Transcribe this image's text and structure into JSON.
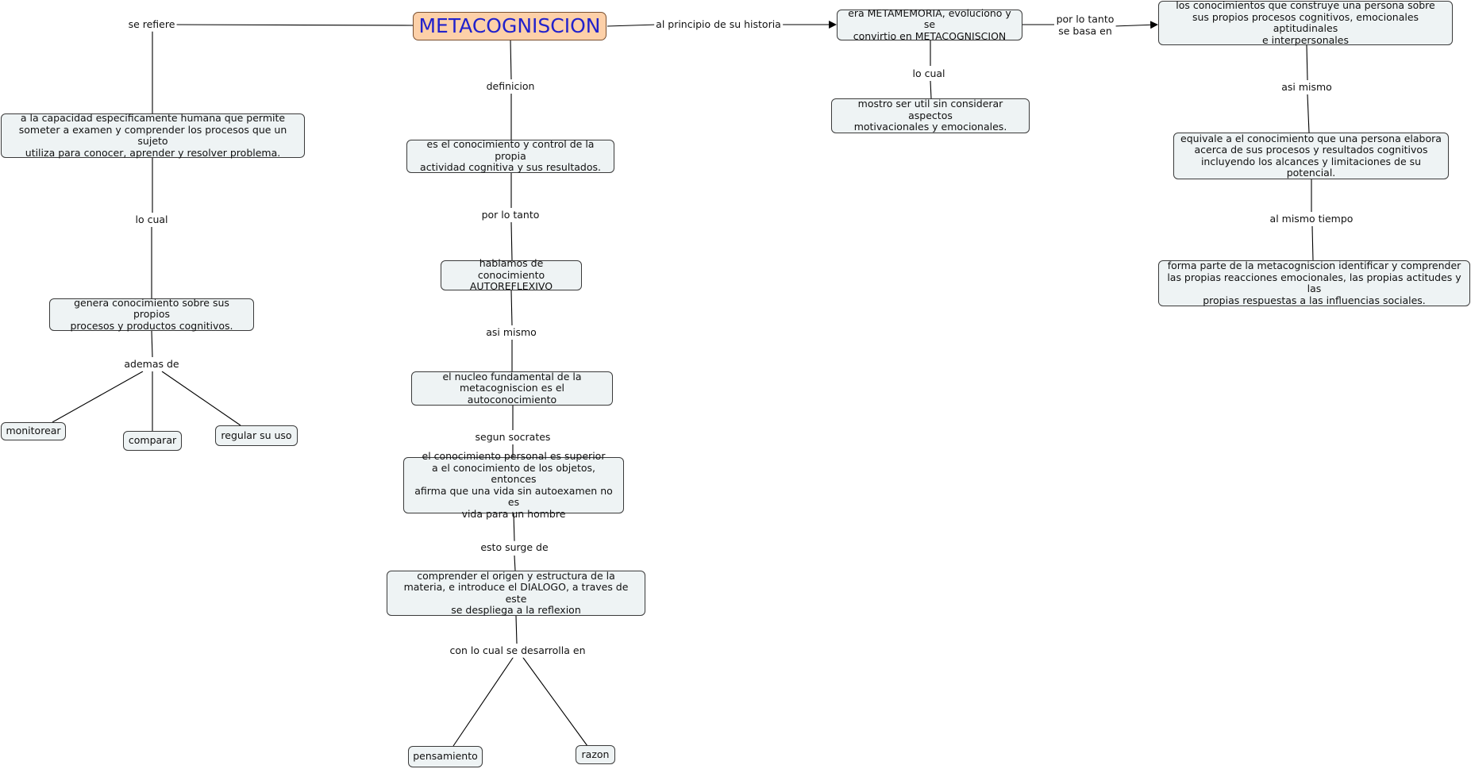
{
  "nodes": {
    "root": "METACOGNISCION",
    "capacidad": "a la capacidad especificamente humana que permite\nsometer a examen y comprender los procesos que un sujeto\nutiliza para conocer, aprender y resolver problema.",
    "genera": "genera conocimiento sobre sus propios\nprocesos y productos cognitivos.",
    "monitorear": "monitorear",
    "comparar": "comparar",
    "regular": "regular su uso",
    "definicion_box": "es el conocimiento y control de la propia\nactividad cognitiva y sus resultados.",
    "hablamos": "hablamos de conocimiento\nAUTOREFLEXIVO",
    "nucleo": "el nucleo fundamental de la\nmetacogniscion es el autoconocimiento",
    "personal": "el conocimiento personal es superior\na el conocimiento de los objetos, entonces\nafirma que una vida sin autoexamen no es\nvida para un hombre",
    "comprender": "comprender el origen y estructura de la\nmateria, e introduce el DIALOGO, a traves de este\nse despliega a la reflexion",
    "pensamiento": "pensamiento",
    "razon": "razon",
    "metamemoria": "era METAMEMORIA, evoluciono y se\nconvirtio en METACOGNISCION",
    "mostro": "mostro ser util sin considerar aspectos\nmotivacionales y emocionales.",
    "conocimientos": "los conocimientos que construye una persona sobre\nsus propios procesos cognitivos, emocionales aptitudinales\ne interpersonales",
    "equivale": "equivale a el conocimiento que una persona elabora\nacerca de sus procesos y resultados cognitivos\nincluyendo los alcances y limitaciones de su potencial.",
    "forma": "forma parte de la metacogniscion identificar y comprender\nlas propias reacciones emocionales, las propias actitudes y las\npropias respuestas a las influencias sociales."
  },
  "links": {
    "se_refiere": "se refiere",
    "lo_cual_left": "lo cual",
    "ademas_de": "ademas de",
    "definicion": "definicion",
    "por_lo_tanto_center": "por lo tanto",
    "asi_mismo_center": "asi mismo",
    "segun_socrates": "segun socrates",
    "esto_surge_de": "esto surge de",
    "con_lo_cual": "con lo cual se desarrolla en",
    "al_principio": "al principio de su historia",
    "lo_cual_right": "lo cual",
    "por_lo_tanto_right": "por lo tanto\nse basa en",
    "asi_mismo_right": "asi mismo",
    "al_mismo_tiempo": "al mismo tiempo"
  }
}
